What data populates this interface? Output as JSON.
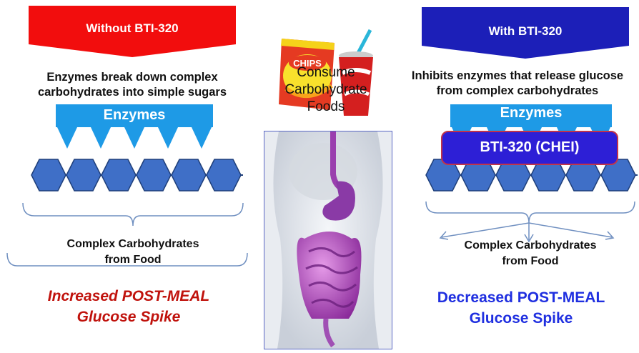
{
  "left": {
    "banner": "Without BTI-320",
    "description": [
      "Enzymes break down complex",
      "carbohydrates into simple sugars"
    ],
    "enzymes_label": "Enzymes",
    "carbs_label": [
      "Complex Carbohydrates",
      "from Food"
    ],
    "result": [
      "Increased POST-MEAL",
      "Glucose Spike"
    ],
    "result_color": "#c0120c"
  },
  "right": {
    "banner": "With BTI-320",
    "description": [
      "Inhibits enzymes that release glucose",
      "from complex carbohydrates"
    ],
    "enzymes_label": "Enzymes",
    "inhibitor_label": "BTI-320 (CHEI)",
    "carbs_label": [
      "Complex Carbohydrates",
      "from Food"
    ],
    "result": [
      "Decreased POST-MEAL",
      "Glucose Spike"
    ],
    "result_color": "#1f2fe0"
  },
  "center": {
    "label": [
      "Consume",
      "Carbohydrate",
      "Foods"
    ],
    "chips_text": "CHIPS"
  },
  "colors": {
    "left_banner": "#f20d0d",
    "right_banner": "#1c1fb8",
    "enzyme_blue": "#1e9ae6",
    "hexagon": "#3f6fc7",
    "inhibitor": "#2d1fd6"
  }
}
